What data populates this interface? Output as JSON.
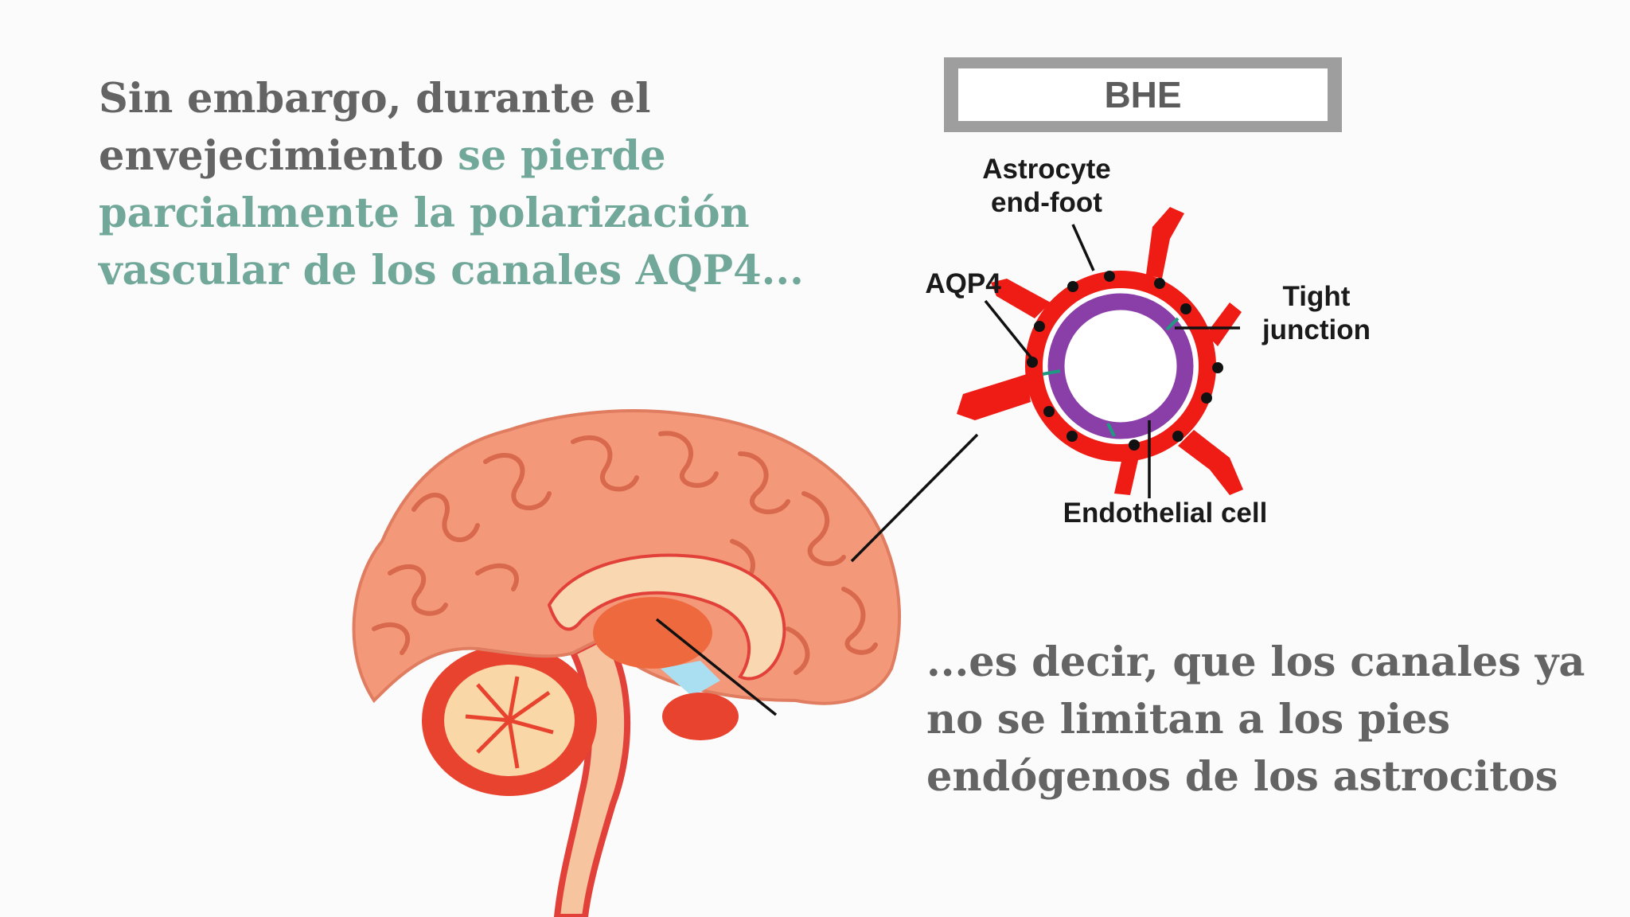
{
  "intro": {
    "part1": "Sin embargo, durante el envejecimiento ",
    "part2": "se pierde parcialmente la polarización vascular de los canales AQP4..."
  },
  "conclusion": "...es decir, que los canales ya no se limitan a los pies endógenos de los astrocitos",
  "box": {
    "title": "BHE"
  },
  "diagram": {
    "labels": {
      "astrocyte_line1": "Astrocyte",
      "astrocyte_line2": "end-foot",
      "aqp4": "AQP4",
      "tight_line1": "Tight",
      "tight_line2": "junction",
      "endothelial": "Endothelial cell"
    },
    "colors": {
      "astrocyte": "#ee1c14",
      "endothelial": "#8a3fa8",
      "tight_junction": "#1f9a82",
      "aqp4": "#111111",
      "brain": "#f4987a"
    }
  }
}
